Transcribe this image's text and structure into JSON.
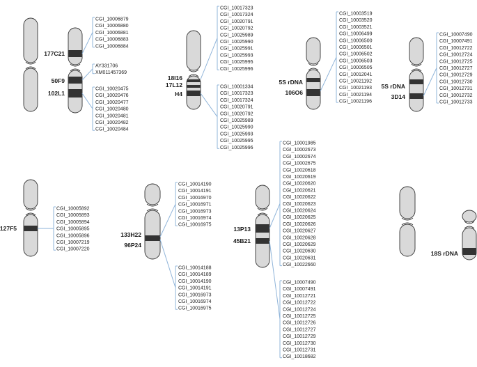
{
  "colors": {
    "chromosome": "#d9d9d9",
    "outline": "#333333",
    "band": "#333333",
    "connector": "#8fb4d9",
    "text": "#222222"
  },
  "chromosomes": [
    {
      "id": "chr-a-plain",
      "clone_labels": [],
      "gene_groups": []
    },
    {
      "id": "chr-b",
      "clone_labels": [
        "177C21",
        "50F9",
        "102L1"
      ],
      "gene_groups": [
        [
          "CGI_10006879",
          "CGI_10006880",
          "CGI_10006881",
          "CGI_10006883",
          "CGI_10006884"
        ],
        [
          "AY331706",
          "XM011457369"
        ],
        [
          "CGI_10020475",
          "CGI_10020476",
          "CGI_10020477",
          "CGI_10020480",
          "CGI_10020481",
          "CGI_10020482",
          "CGI_10020484"
        ]
      ]
    },
    {
      "id": "chr-c",
      "clone_labels": [
        "18I16",
        "17L12",
        "H4"
      ],
      "gene_groups": [
        [
          "CGI_10017323",
          "CGI_10017324",
          "CGI_10020791",
          "CGI_10020792",
          "CGI_10025989",
          "CGI_10025990",
          "CGI_10025991",
          "CGI_10025993",
          "CGI_10025995",
          "CGI_10025996"
        ],
        [
          "CGI_10001334",
          "CGI_10017323",
          "CGI_10017324",
          "CGI_10020791",
          "CGI_10020792",
          "CGI_10025989",
          "CGI_10025990",
          "CGI_10025993",
          "CGI_10025995",
          "CGI_10025996"
        ]
      ]
    },
    {
      "id": "chr-d",
      "clone_labels": [
        "5S rDNA",
        "106O6"
      ],
      "gene_groups": [
        [
          "CGI_10003519",
          "CGI_10003520",
          "CGI_10003521",
          "CGI_10006499",
          "CGI_10006500",
          "CGI_10006501",
          "CGI_10006502",
          "CGI_10006503",
          "CGI_10006505",
          "CGI_10012041",
          "CGI_10021192",
          "CGI_10021193",
          "CGI_10021194",
          "CGI_10021196"
        ]
      ]
    },
    {
      "id": "chr-e",
      "clone_labels": [
        "5S rDNA",
        "3D14"
      ],
      "gene_groups": [
        [
          "CGI_10007490",
          "CGI_10007491",
          "CGI_10012722",
          "CGI_10012724",
          "CGI_10012725",
          "CGI_10012727",
          "CGI_10012729",
          "CGI_10012730",
          "CGI_10012731",
          "CGI_10012732",
          "CGI_10012733"
        ]
      ]
    },
    {
      "id": "chr-f",
      "clone_labels": [
        "127F5"
      ],
      "gene_groups": [
        [
          "CGI_10005892",
          "CGI_10005893",
          "CGI_10005894",
          "CGI_10005895",
          "CGI_10005896",
          "CGI_10007219",
          "CGI_10007220"
        ]
      ]
    },
    {
      "id": "chr-g",
      "clone_labels": [
        "133H22",
        "96P24"
      ],
      "gene_groups": [
        [
          "CGI_10014190",
          "CGI_10014191",
          "CGI_10016970",
          "CGI_10016971",
          "CGI_10016973",
          "CGI_10016974",
          "CGI_10016975"
        ],
        [
          "CGI_10014188",
          "CGI_10014189",
          "CGI_10014190",
          "CGI_10014191",
          "CGI_10016973",
          "CGI_10016974",
          "CGI_10016975"
        ]
      ]
    },
    {
      "id": "chr-h",
      "clone_labels": [
        "13P13",
        "45B21"
      ],
      "gene_groups": [
        [
          "CGI_10001985",
          "CGI_10002673",
          "CGI_10002674",
          "CGI_10002675",
          "CGI_10020618",
          "CGI_10020619",
          "CGI_10020620",
          "CGI_10020621",
          "CGI_10020622",
          "CGI_10020623",
          "CGI_10020624",
          "CGI_10020625",
          "CGI_10020626",
          "CGI_10020627",
          "CGI_10020628",
          "CGI_10020629",
          "CGI_10020630",
          "CGI_10020631",
          "CGI_10022660"
        ],
        [
          "CGI_10007490",
          "CGI_10007491",
          "CGI_10012721",
          "CGI_10012722",
          "CGI_10012724",
          "CGI_10012725",
          "CGI_10012726",
          "CGI_10012727",
          "CGI_10012729",
          "CGI_10012730",
          "CGI_10012731",
          "CGI_10018682"
        ]
      ]
    },
    {
      "id": "chr-i-plain",
      "clone_labels": [],
      "gene_groups": []
    },
    {
      "id": "chr-j",
      "clone_labels": [
        "18S rDNA"
      ],
      "gene_groups": []
    }
  ]
}
